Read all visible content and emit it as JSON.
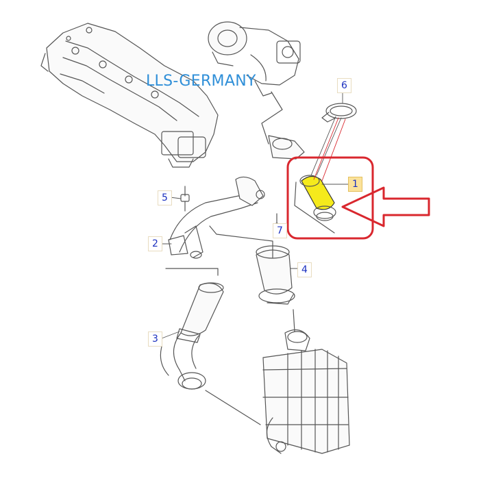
{
  "watermark": "LLS-GERMANY",
  "callouts": {
    "c1": "1",
    "c2": "2",
    "c3": "3",
    "c4": "4",
    "c5": "5",
    "c6": "6",
    "c7": "7"
  },
  "colors": {
    "highlight_box": "#d9272e",
    "pointer_arrow": "#d9272e",
    "highlighted_part": "#f5ea1c",
    "callout_text": "#1a2fbf",
    "watermark": "#2f8fd8",
    "line_art": "#555555"
  },
  "highlighted_callout": "1"
}
